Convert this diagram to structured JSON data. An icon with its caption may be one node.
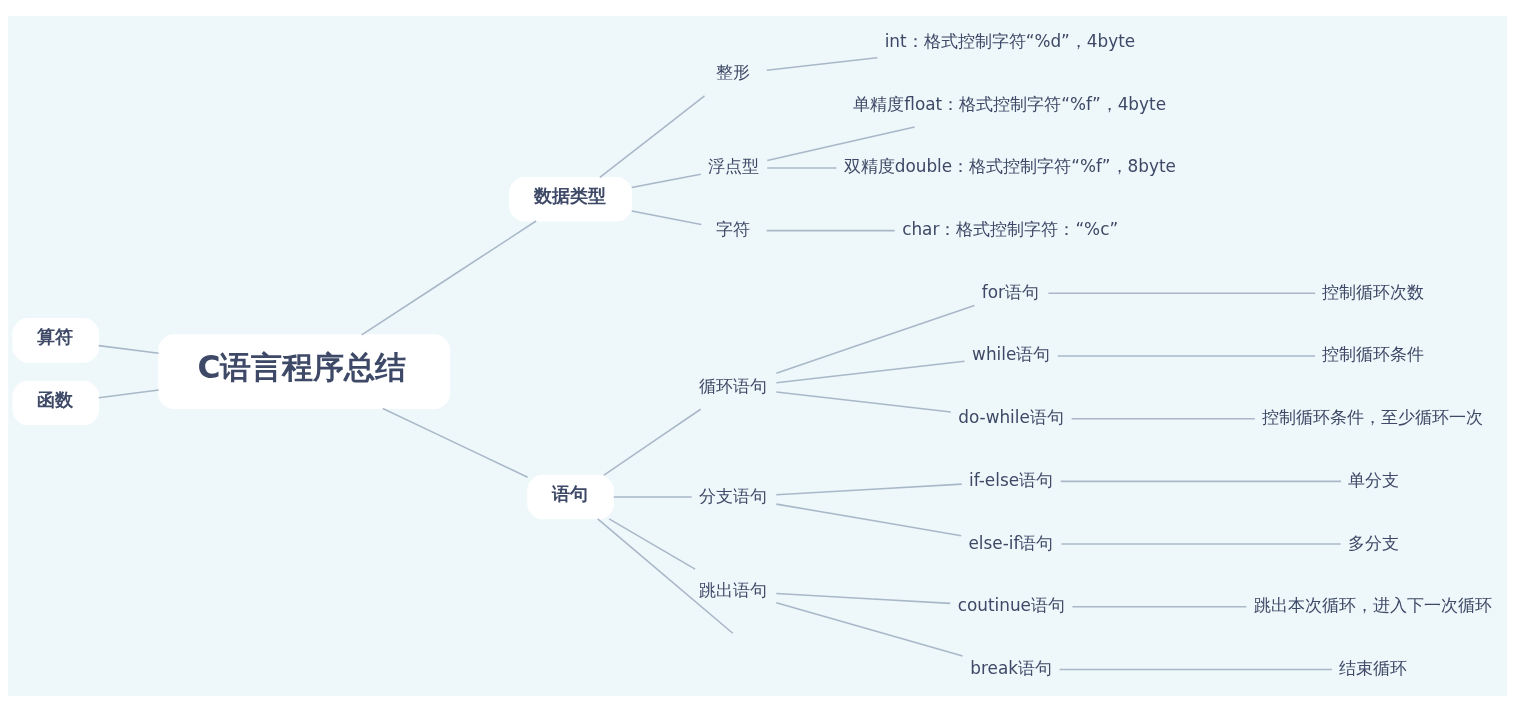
{
  "diagram": {
    "nodes": [
      {
        "text": [
          "C语言程序总结"
        ]
      },
      {
        "text": [
          "算符"
        ]
      },
      {
        "text": [
          "函数"
        ]
      },
      {
        "text": [
          "数据类型"
        ]
      },
      {
        "text": [
          "整形"
        ]
      },
      {
        "text": [
          "int：格式控制字符“%d”，4byte"
        ]
      },
      {
        "text": [
          "浮点型"
        ]
      },
      {
        "text": [
          "单精度float：格式控制字符“%f”，4byte"
        ]
      },
      {
        "text": [
          "双精度double：格式控制字符“%f”，8byte"
        ]
      },
      {
        "text": [
          "字符"
        ]
      },
      {
        "text": [
          "char：格式控制字符：“%c”"
        ]
      },
      {
        "text": [
          "语句"
        ]
      },
      {
        "text": [
          "循环语句"
        ]
      },
      {
        "text": [
          "for语句"
        ]
      },
      {
        "text": [
          "控制循环次数"
        ]
      },
      {
        "text": [
          "while语句"
        ]
      },
      {
        "text": [
          "控制循环条件"
        ]
      },
      {
        "text": [
          "do-while语句"
        ]
      },
      {
        "text": [
          "控制循环条件，至少循环一次"
        ]
      },
      {
        "text": [
          "分支语句"
        ]
      },
      {
        "text": [
          "if-else语句"
        ]
      },
      {
        "text": [
          "单分支"
        ]
      },
      {
        "text": [
          "else-if语句"
        ]
      },
      {
        "text": [
          "多分支"
        ]
      },
      {
        "text": [
          "跳出语句"
        ]
      },
      {
        "text": [
          "coutinue语句"
        ]
      },
      {
        "text": [
          "跳出本次循环，进入下一次循环"
        ]
      },
      {
        "text": [
          "break语句"
        ]
      },
      {
        "text": [
          "结束循环"
        ]
      }
    ],
    "edges": [
      {
        "from": 0,
        "to": 1,
        "arrow": "none"
      },
      {
        "from": 0,
        "to": 2,
        "arrow": "none"
      },
      {
        "from": 0,
        "to": 3,
        "arrow": "none"
      },
      {
        "from": 0,
        "to": 11,
        "arrow": "none"
      },
      {
        "from": 3,
        "to": 4,
        "arrow": "none"
      },
      {
        "from": 4,
        "to": 5,
        "arrow": "none"
      },
      {
        "from": 3,
        "to": 6,
        "arrow": "none"
      },
      {
        "from": 6,
        "to": 7,
        "arrow": "none"
      },
      {
        "from": 6,
        "to": 8,
        "arrow": "none"
      },
      {
        "from": 3,
        "to": 9,
        "arrow": "none"
      },
      {
        "from": 9,
        "to": 10,
        "arrow": "none"
      },
      {
        "from": 11,
        "to": 12,
        "arrow": "none"
      },
      {
        "from": 12,
        "to": 13,
        "arrow": "none"
      },
      {
        "from": 13,
        "to": 14,
        "arrow": "none"
      },
      {
        "from": 12,
        "to": 15,
        "arrow": "none"
      },
      {
        "from": 15,
        "to": 16,
        "arrow": "none"
      },
      {
        "from": 12,
        "to": 17,
        "arrow": "none"
      },
      {
        "from": 17,
        "to": 18,
        "arrow": "none"
      },
      {
        "from": 11,
        "to": 19,
        "arrow": "none"
      },
      {
        "from": 19,
        "to": 20,
        "arrow": "none"
      },
      {
        "from": 20,
        "to": 21,
        "arrow": "none"
      },
      {
        "from": 19,
        "to": 22,
        "arrow": "none"
      },
      {
        "from": 22,
        "to": 23,
        "arrow": "none"
      },
      {
        "from": 11,
        "to": 24,
        "arrow": "none"
      },
      {
        "from": 24,
        "to": 25,
        "arrow": "none"
      },
      {
        "from": 25,
        "to": 26,
        "arrow": "none"
      },
      {
        "from": 24,
        "to": 27,
        "arrow": "none"
      },
      {
        "from": 27,
        "to": 28,
        "arrow": "none"
      },
      {
        "from": 11,
        "to": null,
        "arrow": "none"
      }
    ]
  }
}
